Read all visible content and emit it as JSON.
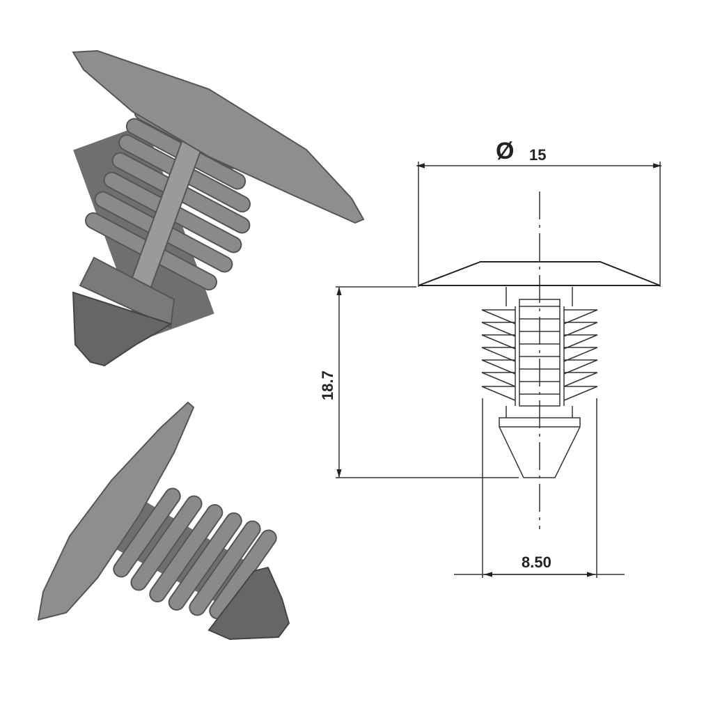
{
  "drawing": {
    "diameter_symbol": "Ø",
    "head_diameter": "15",
    "overall_length": "18.7",
    "fin_width": "8.50"
  },
  "colors": {
    "render_light": "#8c8c8c",
    "render_mid": "#6f6f6f",
    "render_dark": "#555555",
    "line": "#222222"
  }
}
